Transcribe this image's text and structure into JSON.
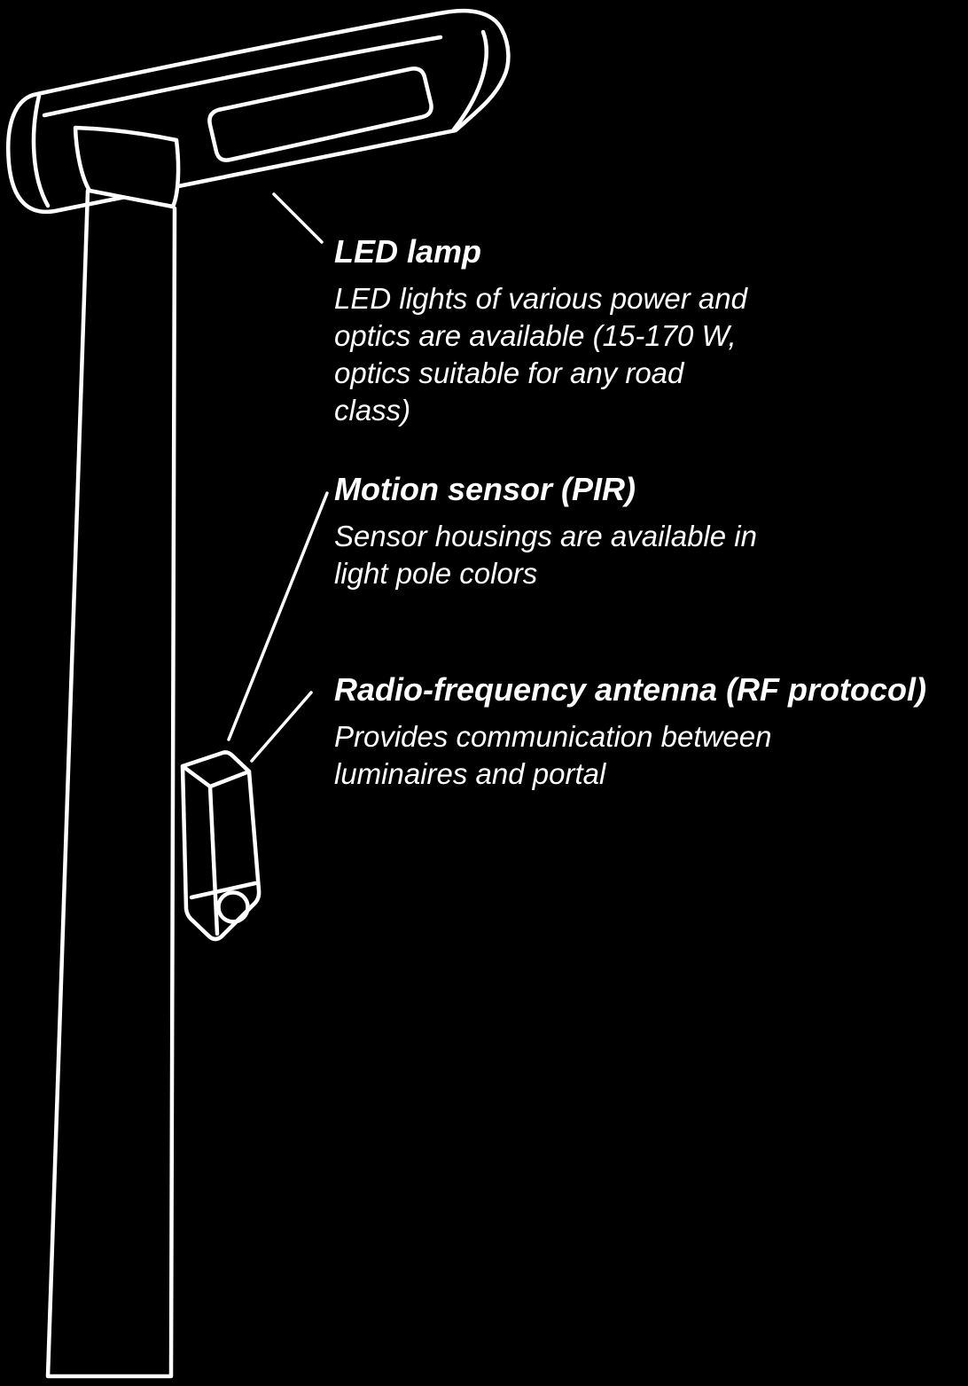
{
  "colors": {
    "background": "#000000",
    "line": "#ffffff",
    "text": "#ffffff"
  },
  "diagram": {
    "subject": "smart-streetlight-pole-with-sensors"
  },
  "annotations": [
    {
      "id": "led-lamp",
      "title": "LED lamp",
      "description": "LED lights of various power and\noptics are available (15-170 W,\noptics suitable for any road\nclass)"
    },
    {
      "id": "motion-sensor",
      "title": "Motion sensor (PIR)",
      "description": "Sensor housings are available in\nlight pole colors"
    },
    {
      "id": "rf-antenna",
      "title": "Radio-frequency antenna (RF protocol)",
      "description": "Provides communication between\nluminaires and portal"
    }
  ]
}
